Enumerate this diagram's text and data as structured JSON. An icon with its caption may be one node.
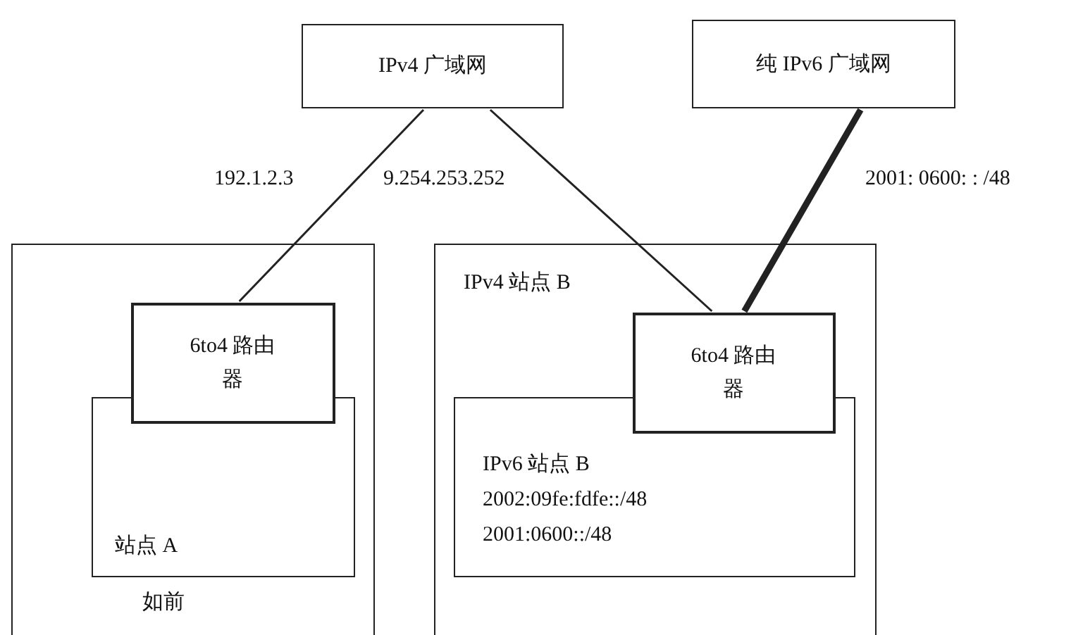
{
  "diagram": {
    "nodes": [
      {
        "text": [
          "IPv4 广域网"
        ]
      },
      {
        "text": [
          "纯 IPv6 广域网"
        ]
      },
      {
        "text": [
          "如前"
        ]
      },
      {
        "text": [
          "站点 A"
        ],
        "in": 2
      },
      {
        "text": [
          "6to4 路由器"
        ],
        "in": 2
      },
      {
        "text": [
          "IPv4 站点 B"
        ]
      },
      {
        "text": [
          "IPv6 站点 B",
          "2002:09fe:fdfe::/48",
          "2001:0600::/48"
        ],
        "in": 5
      },
      {
        "text": [
          "6to4 路由器"
        ],
        "in": 5
      }
    ],
    "edges": [
      {
        "from": 0,
        "to": 4,
        "arrow": "none",
        "label": "192.1.2.3"
      },
      {
        "from": 0,
        "to": 7,
        "arrow": "none",
        "label": "9.254.253.252"
      },
      {
        "from": 1,
        "to": 7,
        "arrow": "none",
        "label": "2001: 0600: : /48",
        "style": "thick"
      }
    ]
  }
}
